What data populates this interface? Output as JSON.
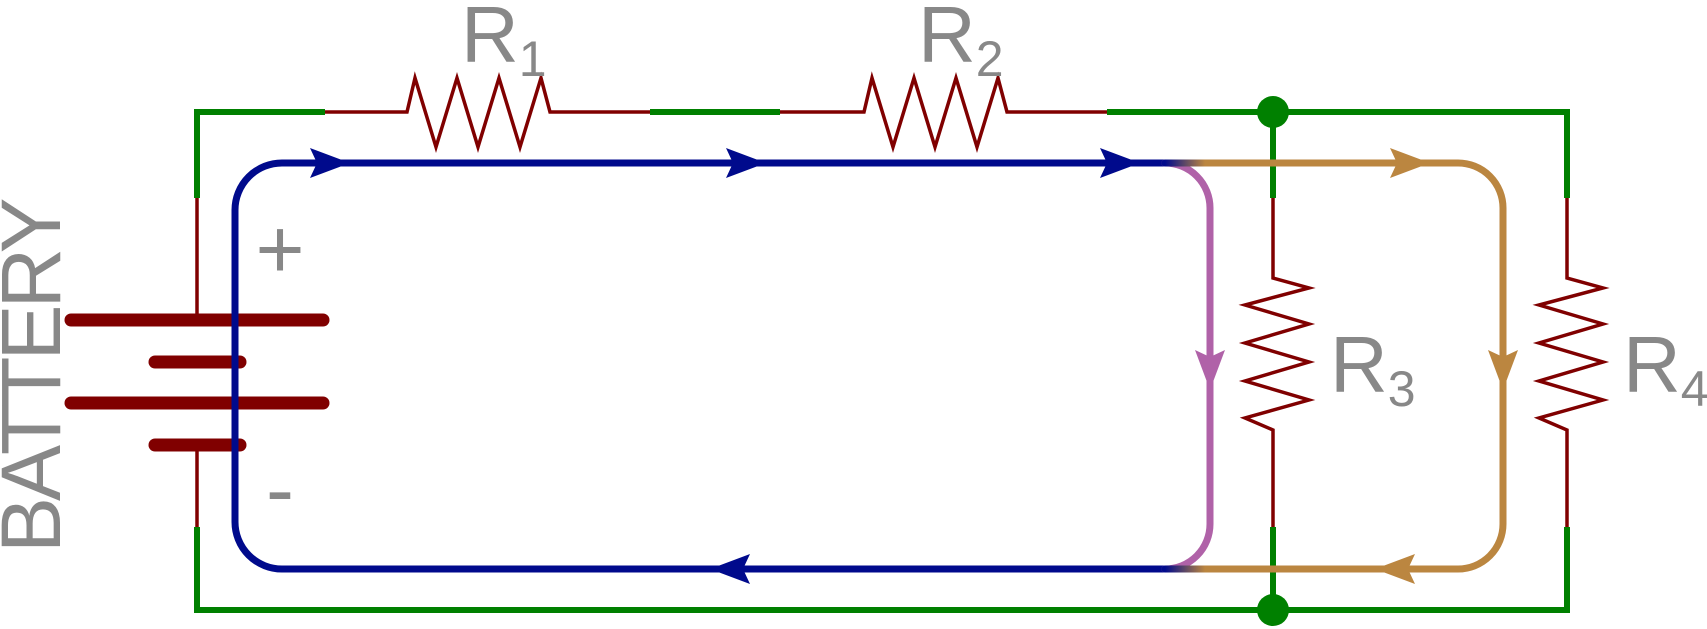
{
  "labels": {
    "battery": "BATTERY",
    "plus": "+",
    "minus": "-",
    "r1": {
      "letter": "R",
      "sub": "1"
    },
    "r2": {
      "letter": "R",
      "sub": "2"
    },
    "r3": {
      "letter": "R",
      "sub": "3"
    },
    "r4": {
      "letter": "R",
      "sub": "4"
    }
  },
  "colors": {
    "wire_green": "#008000",
    "resistor": "#800000",
    "current_main": "#000a8c",
    "current_r3": "#b062a8",
    "current_r4": "#bb8640",
    "label": "#888888"
  }
}
